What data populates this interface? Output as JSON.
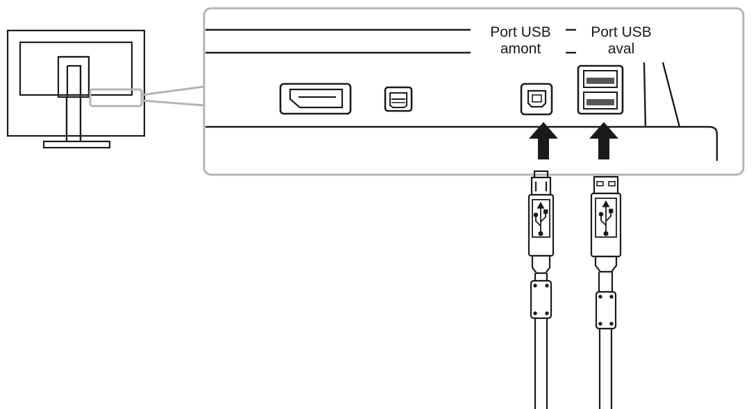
{
  "labels": {
    "upstream_line1": "Port USB",
    "upstream_line2": "amont",
    "downstream_line1": "Port USB",
    "downstream_line2": "aval"
  },
  "colors": {
    "stroke": "#1a1a1a",
    "callout_border": "#b4b4b4",
    "background": "#ffffff",
    "port_fill": "#555555"
  }
}
